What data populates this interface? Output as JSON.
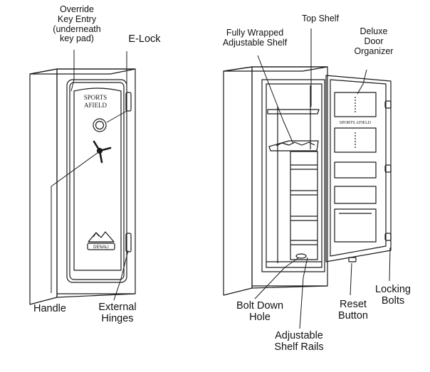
{
  "callouts": {
    "override_key_entry": [
      "Override",
      "Key Entry",
      "(underneath",
      "key pad)"
    ],
    "e_lock": "E-Lock",
    "handle": "Handle",
    "external_hinges": [
      "External",
      "Hinges"
    ],
    "fully_wrapped_shelf": [
      "Fully Wrapped",
      "Adjustable Shelf"
    ],
    "top_shelf": "Top Shelf",
    "deluxe_door_organizer": [
      "Deluxe",
      "Door",
      "Organizer"
    ],
    "bolt_down_hole": [
      "Bolt Down",
      "Hole"
    ],
    "adjustable_shelf_rails": [
      "Adjustable",
      "Shelf Rails"
    ],
    "reset_button": [
      "Reset",
      "Button"
    ],
    "locking_bolts": [
      "Locking",
      "Bolts"
    ]
  },
  "brand": {
    "front_logo": [
      "SPORTS",
      "AFIELD"
    ],
    "door_logo": "SPORTS AFIELD",
    "badge": "DENALI"
  },
  "colors": {
    "line": "#1a1a1a",
    "background": "#ffffff"
  }
}
